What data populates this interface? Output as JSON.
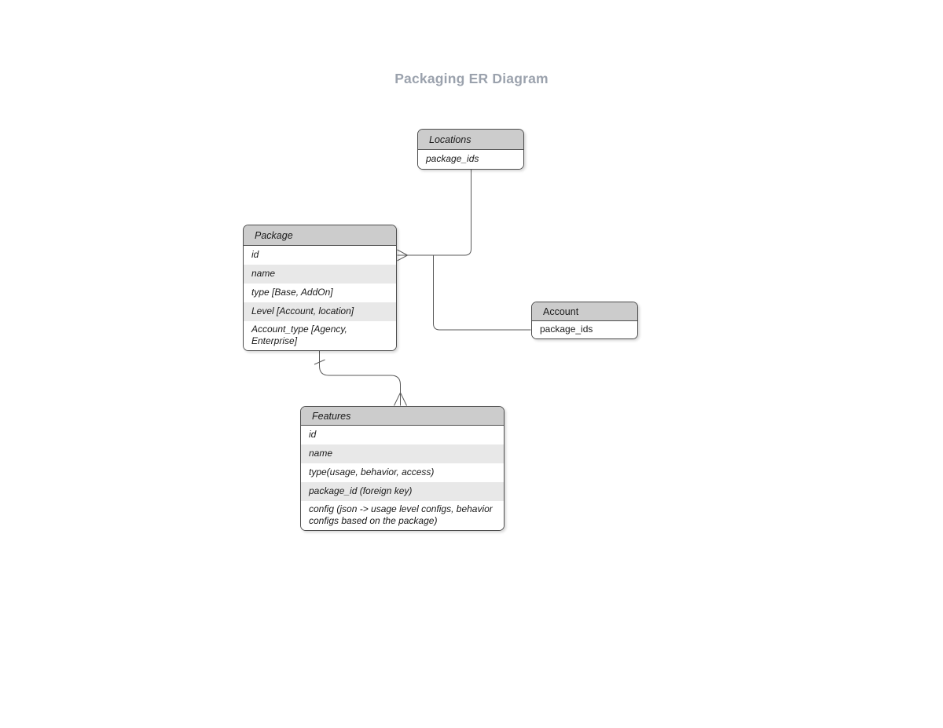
{
  "title": "Packaging ER Diagram",
  "colors": {
    "background": "#ffffff",
    "title_text": "#9ba2ad",
    "entity_header_fill": "#cccccc",
    "entity_alt_row_fill": "#e8e8e8",
    "entity_border": "#4d4d4d",
    "edge_stroke": "#595959",
    "text": "#1a1a1a"
  },
  "entities": {
    "locations": {
      "name": "Locations",
      "rows": [
        "package_ids"
      ]
    },
    "package": {
      "name": "Package",
      "rows": [
        "id",
        "name",
        "type [Base, AddOn]",
        "Level [Account, location]",
        "Account_type [Agency, Enterprise]"
      ]
    },
    "account": {
      "name": "Account",
      "rows": [
        "package_ids"
      ]
    },
    "features": {
      "name": "Features",
      "rows": [
        "id",
        "name",
        "type(usage, behavior, access)",
        "package_id (foreign key)",
        "config (json -> usage level configs, behavior configs based on the package)"
      ]
    }
  },
  "relationships": [
    {
      "from": "Locations.package_ids",
      "to": "Package.id",
      "marker_at_package": "crows-foot-many"
    },
    {
      "from": "Account.package_ids",
      "to": "Package.id",
      "marker_at_package": "crows-foot-many"
    },
    {
      "from": "Package",
      "to": "Features",
      "marker_at_package": "one-tick",
      "marker_at_features": "crows-foot-many"
    }
  ]
}
